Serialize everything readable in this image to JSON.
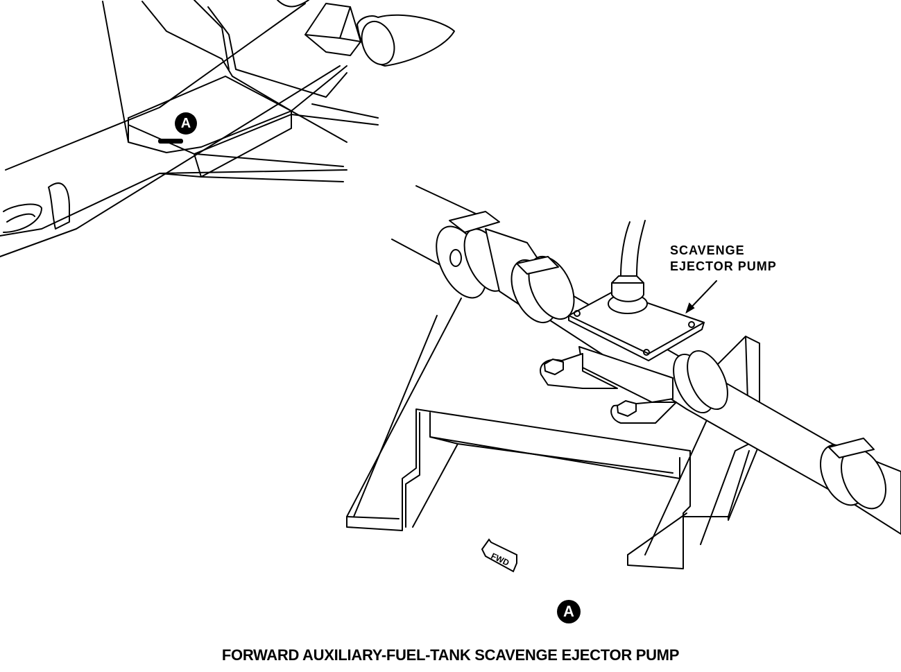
{
  "diagram": {
    "title": "FORWARD AUXILIARY-FUEL-TANK SCAVENGE EJECTOR PUMP",
    "callout_line1": "SCAVENGE",
    "callout_line2": "EJECTOR PUMP",
    "detail_ref_locator": "A",
    "detail_ref_view": "A",
    "fwd_arrow_label": "FWD"
  }
}
